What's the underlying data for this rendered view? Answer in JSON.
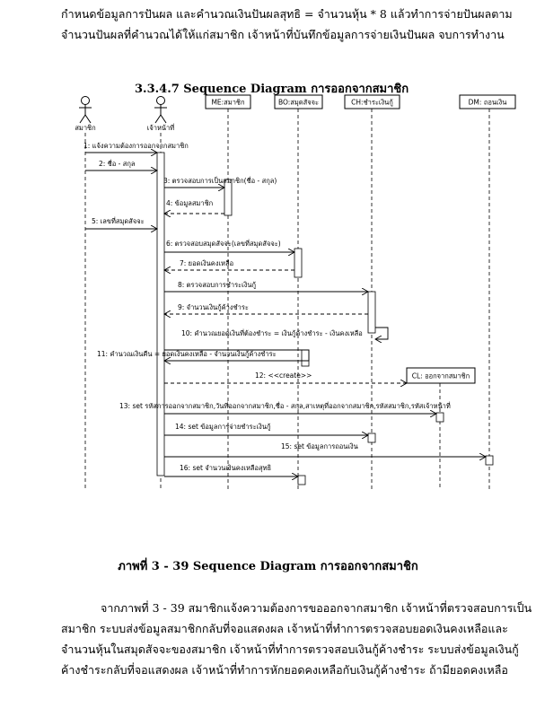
{
  "intro_lines": [
    "กำหนดข้อมูลการปันผล และคำนวณเงินปันผลสุทธิ = จำนวนหุ้น * 8 แล้วทำการจ่ายปันผลตาม",
    "จำนวนปันผลที่คำนวณได้ให้แก่สมาชิก เจ้าหน้าที่บันทึกข้อมูลการจ่ายเงินปันผล จบการทำงาน"
  ],
  "heading": "3.3.4.7 Sequence Diagram การออกจากสมาชิก",
  "actors": {
    "member": "สมาชิก",
    "officer": "เจ้าหน้าที่"
  },
  "objects": {
    "me": "ME:สมาชิก",
    "bo": "BO:สมุดสัจจะ",
    "ch": "CH:ชำระเงินกู้",
    "dm": "DM: ถอนเงิน",
    "cl": "CL: ออกจากสมาชิก"
  },
  "messages": {
    "m1": "1: แจ้งความต้องการออกจากสมาชิก",
    "m2": "2: ชื่อ - สกุล",
    "m3": "3: ตรวจสอบการเป็นสมาชิก(ชื่อ - สกุล)",
    "m4": "4: ข้อมูลสมาชิก",
    "m5": "5: เลขที่สมุดสัจจะ",
    "m6": "6: ตรวจสอบสมุดสัจจะ(เลขที่สมุดสัจจะ)",
    "m7": "7: ยอดเงินคงเหลือ",
    "m8": "8: ตรวจสอบการชำระเงินกู้",
    "m9": "9: จำนวนเงินกู้ค้างชำระ",
    "m10": "10: คำนวณยอดเงินที่ต้องชำระ = เงินกู้ค้างชำระ - เงินคงเหลือ",
    "m11": "11: คำนวณเงินคืน = ยอดเงินคงเหลือ - จำนวนเงินกู้ค้างชำระ",
    "m12": "12: <<create>>",
    "m13": "13: set รหัสการออกจากสมาชิก,วันที่ออกจากสมาชิก,ชื่อ - สกุล,สาเหตุที่ออกจากสมาชิก,รหัสสมาชิก,รหัสเจ้าหน้าที่",
    "m14": "14: set ข้อมูลการจ่ายชำระเงินกู้",
    "m15": "15: set ข้อมูลการถอนเงิน",
    "m16": "16: set จำนวนเงินคงเหลือสุทธิ"
  },
  "caption": "ภาพที่ 3 - 39 Sequence Diagram การออกจากสมาชิก",
  "body_lines": [
    "จากภาพที่ 3 - 39 สมาชิกแจ้งความต้องการขอออกจากสมาชิก เจ้าหน้าที่ตรวจสอบการเป็น",
    "สมาชิก ระบบส่งข้อมูลสมาชิกกลับที่จอแสดงผล เจ้าหน้าที่ทำการตรวจสอบยอดเงินคงเหลือและ",
    "จำนวนหุ้นในสมุดสัจจะของสมาชิก เจ้าหน้าที่ทำการตรวจสอบเงินกู้ค้างชำระ ระบบส่งข้อมูลเงินกู้",
    "ค้างชำระกลับที่จอแสดงผล เจ้าหน้าที่ทำการหักยอดคงเหลือกับเงินกู้ค้างชำระ ถ้ามียอดคงเหลือ"
  ]
}
